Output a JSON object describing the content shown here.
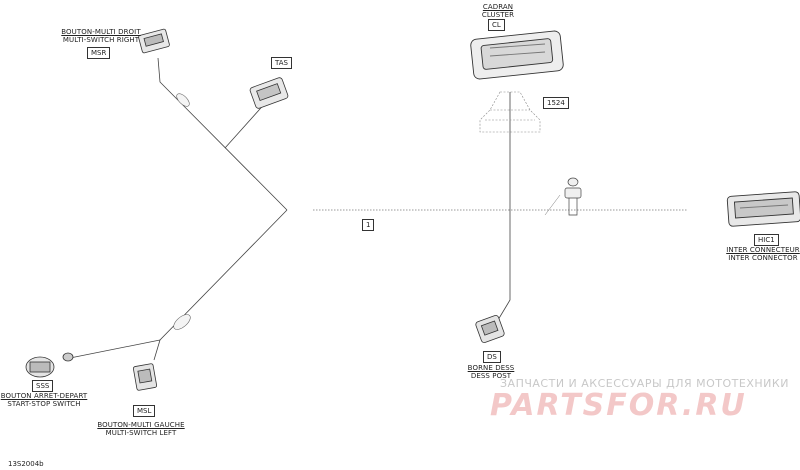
{
  "diagram": {
    "connectors": {
      "msr": {
        "fr": "BOUTON-MULTI DROIT",
        "en": "MULTI-SWITCH RIGHT",
        "code": "MSR"
      },
      "tas": {
        "code": "TAS"
      },
      "sss": {
        "code": "SSS",
        "fr": "BOUTON ARRET-DEPART",
        "en": "START-STOP SWITCH"
      },
      "msl": {
        "code": "MSL",
        "fr": "BOUTON-MULTI GAUCHE",
        "en": "MULTI-SWITCH LEFT"
      },
      "cl": {
        "fr": "CADRAN",
        "en": "CLUSTER",
        "code": "CL"
      },
      "ds": {
        "code": "DS",
        "fr": "BORNE DESS",
        "en": "DESS POST"
      },
      "hic1": {
        "code": "HIC1",
        "fr": "INTER CONNECTEUR",
        "en": "INTER CONNECTOR"
      }
    },
    "markers": {
      "splice_1": "1",
      "part_1524": "1524"
    },
    "drawing_code": "13S2004b"
  },
  "watermark": {
    "text": "ЗАПЧАСТИ И АКСЕССУАРЫ ДЛЯ МОТОТЕХНИКИ",
    "logo": "PARTSFOR.RU",
    "logo_color": "#f3c8c8"
  }
}
